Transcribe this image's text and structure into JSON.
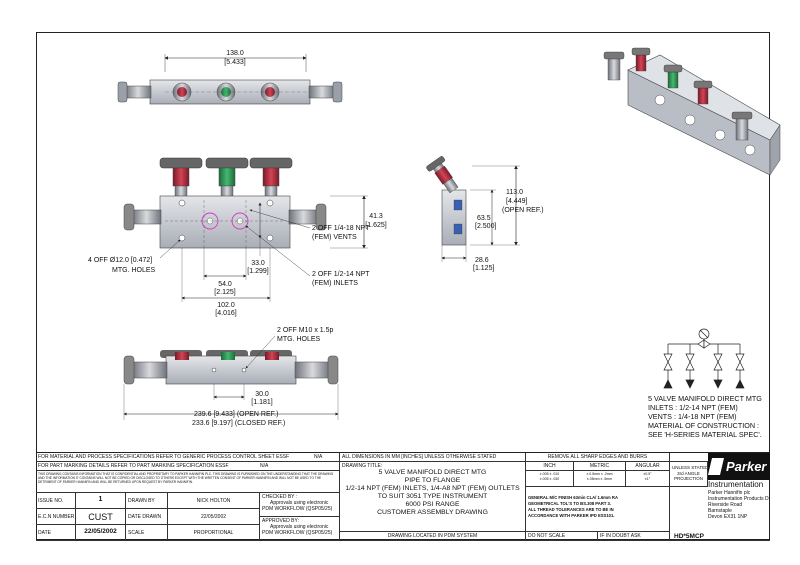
{
  "dimensions": {
    "top_width": "138.0",
    "top_width_in": "[5.433]",
    "height_open": "113.0",
    "height_open_in": "[4.449]",
    "height_open_note": "(OPEN REF.)",
    "side_height": "63.5",
    "side_height_in": "[2.500]",
    "side_depth": "28.6",
    "side_depth_in": "[1.125]",
    "front_height": "41.3",
    "front_height_in": "[1.625]",
    "hole_spacing_v": "33.0",
    "hole_spacing_v_in": "[1.299]",
    "hole_spacing_h": "54.0",
    "hole_spacing_h_in": "[2.125]",
    "body_width": "102.0",
    "body_width_in": "[4.016]",
    "bottom_spacing": "30.0",
    "bottom_spacing_in": "[1.181]",
    "overall_open": "239.6 [9.433] (OPEN REF.)",
    "overall_closed": "233.6 [9.197] (CLOSED REF.)"
  },
  "notes": {
    "mtg_holes_line1": "4 OFF Ø12.0 [0.472]",
    "mtg_holes_line2": "MTG. HOLES",
    "vents_line1": "2 OFF 1/4-18 NPT",
    "vents_line2": "(FEM) VENTS",
    "inlets_line1": "2 OFF 1/2-14 NPT",
    "inlets_line2": "(FEM) INLETS",
    "m10_line1": "2 OFF M10 x 1.5p",
    "m10_line2": "MTG. HOLES"
  },
  "spec": {
    "line1": "5 VALVE MANIFOLD DIRECT MTG",
    "line2": "INLETS : 1/2-14 NPT (FEM)",
    "line3": "VENTS : 1/4-18 NPT (FEM)",
    "line4": "MATERIAL OF CONSTRUCTION :",
    "line5": "SEE 'H-SERIES MATERIAL SPEC'."
  },
  "title_block": {
    "material_ref": "FOR MATERIAL AND PROCESS SPECIFICATIONS REFER TO GENERIC PROCESS CONTROL SHEET ESSF",
    "material_ref_val": "N/A",
    "marking_ref": "FOR PART MARKING DETAILS REFER TO PART MARKING SPECIFICATION ESSF",
    "marking_ref_val": "N/A",
    "confidential": "THIS DRAWING CONTAINS INFORMATION THAT IS CONFIDENTIAL AND PROPRIETARY TO PARKER HANNIFIN PLC. THIS DRAWING IS FURNISHED ON THE UNDERSTANDING THAT THE DRAWING AND THE INFORMATION IT CONTAINS WILL NOT BE COPIED OR DISCLOSED TO OTHERS EXCEPT WITH THE WRITTEN CONSENT OF PARKER HANNIFIN AND WILL NOT BE USED TO THE DETRIMENT OF PARKER HANNIFIN AND WILL BE RETURNED UPON REQUEST BY PARKER HANNIFIN.",
    "issue_no_label": "ISSUE NO.",
    "issue_no": "1",
    "drawn_by_label": "DRAWN BY",
    "drawn_by": "NICK HOLTON",
    "ecn_label": "E.C.N NUMBER",
    "ecn": "CUST",
    "date_drawn_label": "DATE DRAWN",
    "date_drawn": "22/05/2002",
    "date_label": "DATE",
    "date": "22/05/2002",
    "scale_label": "SCALE",
    "scale": "PROPORTIONAL",
    "checked_by_label": "CHECKED BY :",
    "checked_by_note": "Approvals using electronic",
    "checked_by_wf": "PDM WORKFLOW (QSP05/25)",
    "approved_by_label": "APPROVED BY:",
    "approved_by_note": "Approvals using electronic",
    "approved_by_wf": "PDM WORKFLOW (QSP05/25)",
    "dims_note": "ALL DIMENSIONS IN MM [INCHES] UNLESS OTHERWISE STATED",
    "drawing_title_label": "DRAWING TITLE:",
    "title_line1": "5 VALVE MANIFOLD DIRECT MTG",
    "title_line2": "PIPE TO FLANGE",
    "title_line3": "1/2-14 NPT (FEM) INLETS, 1/4-A8 NPT (FEM) OUTLETS",
    "title_line4": "TO SUIT 3051 TYPE INSTRUMENT",
    "title_line5": "6000 PSI RANGE",
    "title_line6": "CUSTOMER ASSEMBLY DRAWING",
    "pdm_location": "DRAWING LOCATED IN PDM SYSTEM",
    "burrs": "REMOVE ALL SHARP EDGES AND BURRS",
    "inch_label": "INCH",
    "metric_label": "METRIC",
    "angular_label": "ANGULAR",
    "tol_inch_1": "±.005 ± .010",
    "tol_inch_2": "±.005 ± .030",
    "tol_metric_1": "±.0.5mm ± .2mm",
    "tol_metric_2": "±.05mm ± .5mm",
    "tol_ang_1": "±0.5°",
    "tol_ang_2": "±1°",
    "unless_stated": "UNLESS STATED",
    "projection_1": "3rd ANGLE",
    "projection_2": "PROJECTION",
    "finish_line1": "GENERAL M/C FINISH 63min CLA/ 1.6mm RA",
    "finish_line2": "GEOMETRICAL TOL'S TO BS.308 PART 3.",
    "finish_line3": "ALL THREAD TOLERANCES ARE TO BE IN",
    "finish_line4": "ACCORDANCE WITH PARKER IPD ESS101.",
    "do_not_scale": "DO NOT SCALE",
    "if_in_doubt": "IF IN DOUBT ASK",
    "brand": "Parker",
    "division": "Instrumentation",
    "addr1": "Parker Hannifin plc",
    "addr2": "Instrumentation Products Division",
    "addr3": "Riverside Road",
    "addr4": "Barnstaple",
    "addr5": "Devon EX31 1NP",
    "drawing_no": "HD*5MCP"
  },
  "colors": {
    "line": "#222222",
    "body": "#c9ccd3",
    "red_handle": "#b0273a",
    "green_handle": "#2f9a55",
    "magenta": "#d436c9"
  }
}
